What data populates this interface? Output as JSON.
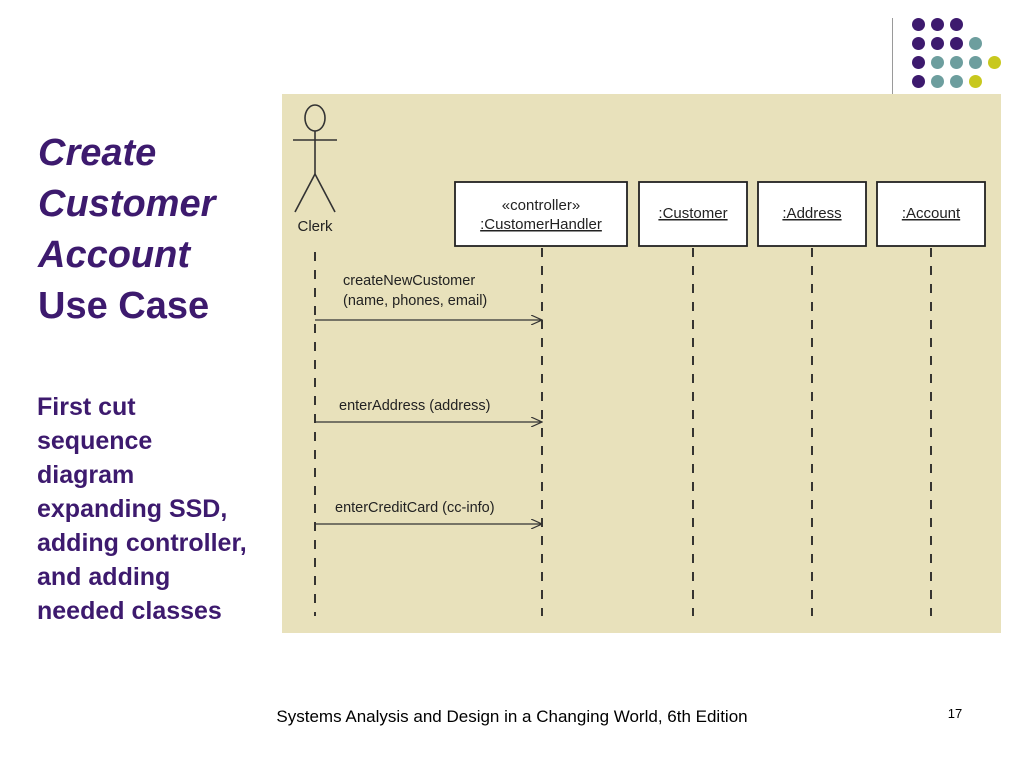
{
  "title": {
    "line1": "Create",
    "line2": "Customer",
    "line3": "Account",
    "line4": "Use Case"
  },
  "subtitle": {
    "lines": [
      "First cut",
      "sequence",
      "diagram",
      "expanding SSD,",
      "adding controller,",
      "and adding",
      "needed classes"
    ]
  },
  "diagram": {
    "actor": {
      "label": "Clerk"
    },
    "objects": [
      {
        "stereotype": "«controller»",
        "name": ":CustomerHandler"
      },
      {
        "name": ":Customer"
      },
      {
        "name": ":Address"
      },
      {
        "name": ":Account"
      }
    ],
    "messages": [
      {
        "line1": "createNewCustomer",
        "line2": "(name, phones, email)"
      },
      {
        "line1": "enterAddress (address)"
      },
      {
        "line1": "enterCreditCard (cc-info)"
      }
    ]
  },
  "colors": {
    "title": "#3d1a6e",
    "panel_background": "#e8e1bb",
    "dot_purple": "#3d1a6e",
    "dot_teal": "#6d9e9e",
    "dot_yellow": "#c8c81e"
  },
  "footer": {
    "text": "Systems Analysis and Design in a Changing World, 6th Edition",
    "page_number": "17"
  }
}
